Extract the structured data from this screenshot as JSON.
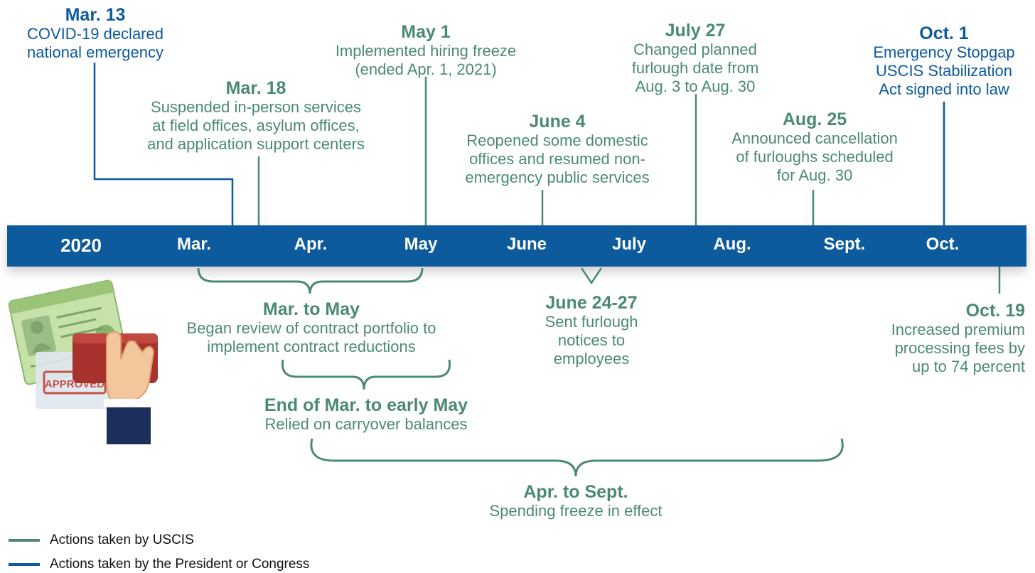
{
  "months": [
    "2020",
    "Mar.",
    "Apr.",
    "May",
    "June",
    "July",
    "Aug.",
    "Sept.",
    "Oct."
  ],
  "above_events": [
    {
      "key": "mar13",
      "date": "Mar. 13",
      "description": "COVID-19 declared\nnational emergency",
      "actor": "president_congress"
    },
    {
      "key": "mar18",
      "date": "Mar. 18",
      "description": "Suspended in-person services\nat field offices, asylum offices,\nand application support centers",
      "actor": "uscis"
    },
    {
      "key": "may1",
      "date": "May 1",
      "description": "Implemented hiring freeze\n(ended Apr. 1, 2021)",
      "actor": "uscis"
    },
    {
      "key": "jun4",
      "date": "June 4",
      "description": "Reopened some domestic\noffices and resumed non-\nemergency public services",
      "actor": "uscis"
    },
    {
      "key": "jul27",
      "date": "July 27",
      "description": "Changed planned\nfurlough date from\nAug. 3 to Aug. 30",
      "actor": "uscis"
    },
    {
      "key": "aug25",
      "date": "Aug. 25",
      "description": "Announced cancellation\nof furloughs scheduled\nfor Aug. 30",
      "actor": "uscis"
    },
    {
      "key": "oct1",
      "date": "Oct. 1",
      "description": "Emergency Stopgap\nUSCIS Stabilization\nAct signed into law",
      "actor": "president_congress"
    }
  ],
  "below_events": [
    {
      "key": "mar_may",
      "date": "Mar. to May",
      "description": "Began review of contract portfolio to\nimplement contract reductions",
      "actor": "uscis"
    },
    {
      "key": "jun24",
      "date": "June 24-27",
      "description": "Sent furlough\nnotices to\nemployees",
      "actor": "uscis"
    },
    {
      "key": "endmar_may",
      "date": "End of Mar. to early May",
      "description": "Relied on carryover balances",
      "actor": "uscis"
    },
    {
      "key": "apr_sep",
      "date": "Apr. to Sept.",
      "description": "Spending freeze in effect",
      "actor": "uscis"
    },
    {
      "key": "oct19",
      "date": "Oct. 19",
      "description": "Increased premium\nprocessing fees by\nup to 74 percent",
      "actor": "uscis"
    }
  ],
  "legend": [
    {
      "label": "Actions taken by USCIS",
      "color": "#4b8a72"
    },
    {
      "label": "Actions taken by the President or Congress",
      "color": "#0d5a9c"
    }
  ],
  "colors": {
    "uscis": "#4b8a72",
    "president_congress": "#0d5a9c",
    "band": "#0d5a9c"
  },
  "illustration": {
    "icon": "approved-stamp-icon",
    "stamp_text": "APPROVED"
  }
}
